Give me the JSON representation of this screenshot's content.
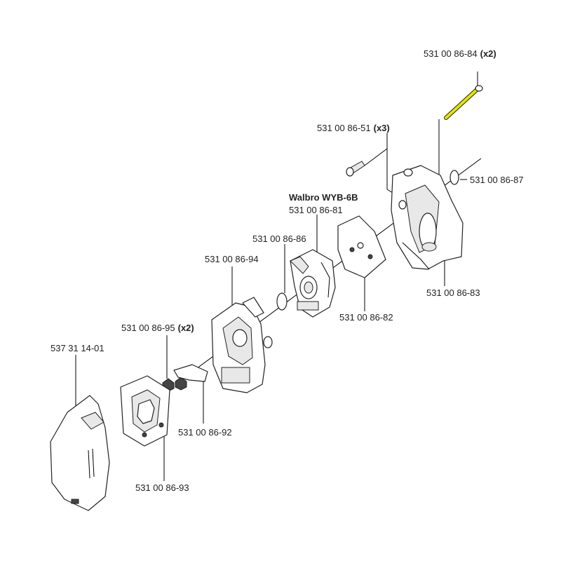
{
  "diagram": {
    "carburetor_title": "Walbro WYB-6B",
    "highlight_color": "#e6e600",
    "parts": [
      {
        "number": "531 00 86-84",
        "qty": "(x2)",
        "name": "long-bolt",
        "highlighted": true
      },
      {
        "number": "531 00 86-51",
        "qty": "(x3)",
        "name": "screw"
      },
      {
        "number": "531 00 86-87",
        "qty": "",
        "name": "o-ring"
      },
      {
        "number": "531 00 86-81",
        "qty": "",
        "name": "carburetor"
      },
      {
        "number": "531 00 86-86",
        "qty": "",
        "name": "gasket-ring"
      },
      {
        "number": "531 00 86-94",
        "qty": "",
        "name": "air-filter-holder"
      },
      {
        "number": "531 00 86-83",
        "qty": "",
        "name": "intake-manifold"
      },
      {
        "number": "531 00 86-82",
        "qty": "",
        "name": "gasket-plate"
      },
      {
        "number": "531 00 86-95",
        "qty": "(x2)",
        "name": "nut"
      },
      {
        "number": "537 31 14-01",
        "qty": "",
        "name": "air-filter-cover"
      },
      {
        "number": "531 00 86-92",
        "qty": "",
        "name": "choke-plate"
      },
      {
        "number": "531 00 86-93",
        "qty": "",
        "name": "air-filter"
      }
    ]
  }
}
